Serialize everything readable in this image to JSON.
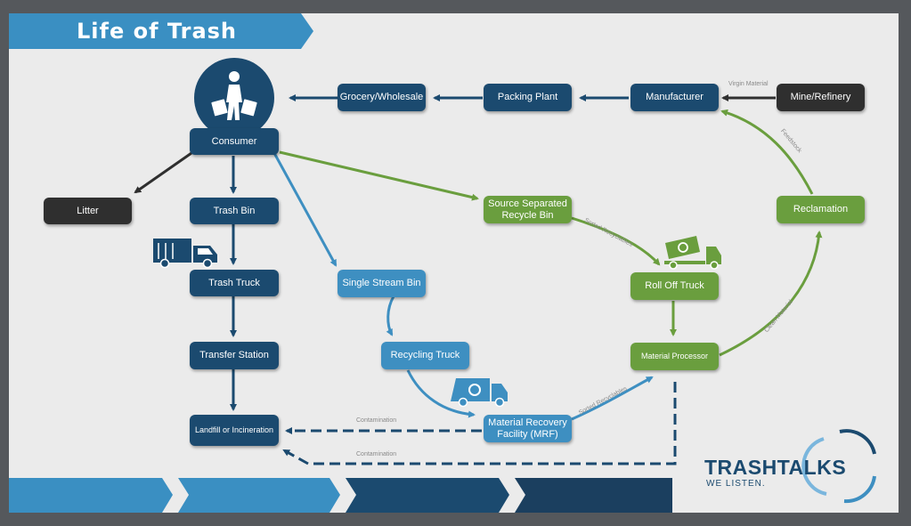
{
  "title": "Life of Trash",
  "nodes": {
    "consumer": "Consumer",
    "grocery": "Grocery/Wholesale",
    "packing": "Packing Plant",
    "manufacturer": "Manufacturer",
    "mine": "Mine/Refinery",
    "litter": "Litter",
    "trash_bin": "Trash Bin",
    "trash_truck": "Trash Truck",
    "transfer": "Transfer Station",
    "landfill": "Landfill or Incineration",
    "single_stream": "Single Stream Bin",
    "recycling_truck": "Recycling Truck",
    "mrf": "Material Recovery Facility (MRF)",
    "source_separated": "Source Separated Recycle Bin",
    "roll_off": "Roll Off Truck",
    "processor": "Material Processor",
    "reclamation": "Reclamation"
  },
  "edge_labels": {
    "virgin": "Virgin Material",
    "feedstock": "Feedstock",
    "sorted1": "Sorted Recyclables",
    "sorted2": "Sorted Recyclables",
    "clean": "Clean Material",
    "contam1": "Contamination",
    "contam2": "Contamination"
  },
  "logo": {
    "name": "TRASHTALKS",
    "tagline": "WE LISTEN."
  },
  "colors": {
    "dark_blue": "#1b4a6f",
    "light_blue": "#3e8fc1",
    "green": "#6a9e3e",
    "black": "#2f2f2f",
    "banner": "#3a8fc2"
  },
  "icons": [
    "consumer-shopping-icon",
    "trash-truck-icon",
    "recycling-truck-icon",
    "roll-off-truck-icon",
    "recycle-cycle-icon"
  ]
}
